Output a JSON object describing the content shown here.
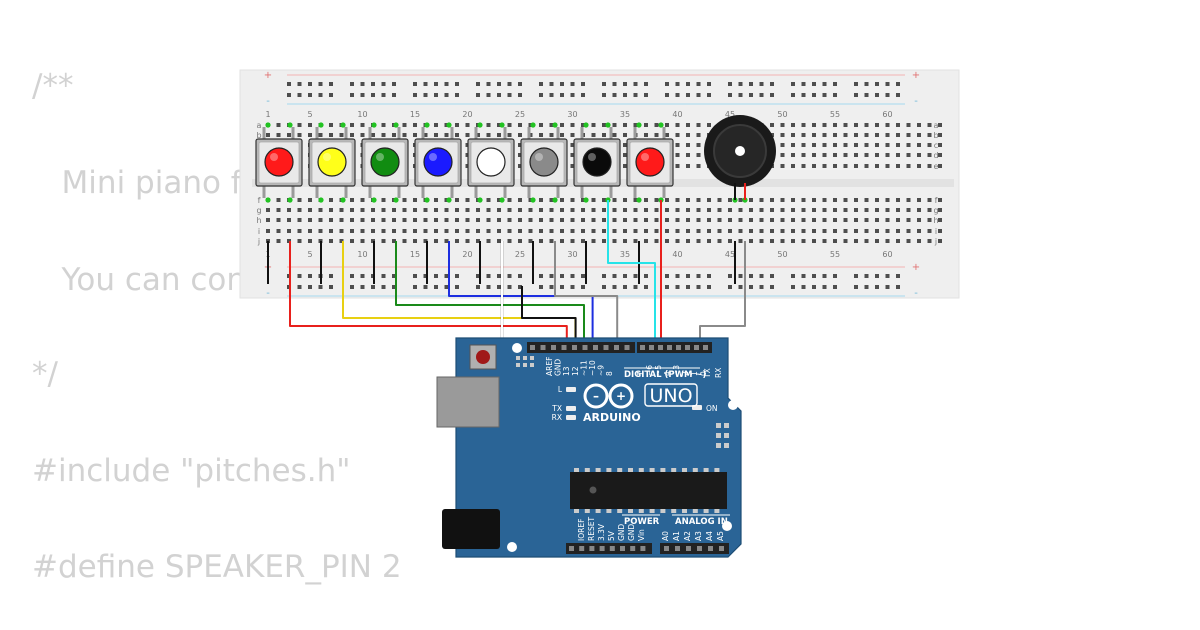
{
  "code_lines": [
    "/**",
    "   Mini piano fo",
    "   You can con",
    "*/",
    "#include \"pitches.h\"",
    "#define SPEAKER_PIN 2"
  ],
  "breadboard": {
    "column_numbers": [
      "1",
      "5",
      "10",
      "15",
      "20",
      "25",
      "30",
      "35",
      "40",
      "45",
      "50",
      "55",
      "60"
    ],
    "row_letters_top": [
      "a",
      "b",
      "c",
      "d",
      "e"
    ],
    "row_letters_bottom": [
      "f",
      "g",
      "h",
      "i",
      "j"
    ],
    "rail_plus": "+",
    "rail_minus": "-"
  },
  "buttons": [
    {
      "color": "#ff1a1a",
      "wire": "#e8201c"
    },
    {
      "color": "#ffff1a",
      "wire": "#e8d012"
    },
    {
      "color": "#118c11",
      "wire": "#1a8a1a"
    },
    {
      "color": "#1a1aff",
      "wire": "#1d2ee0"
    },
    {
      "color": "#ffffff",
      "wire": "#ffffff"
    },
    {
      "color": "#8a8a8a",
      "wire": "#8a8a8a"
    },
    {
      "color": "#0a0a0a",
      "wire": "#111111"
    },
    {
      "color": "#ff1a1a",
      "wire": "#e8201c"
    }
  ],
  "colors": {
    "gnd_wire": "#111111",
    "speaker_wire": "#26e3e8",
    "buzzer_wire": "#8a8a8a",
    "board": "#2a6496"
  },
  "arduino": {
    "brand": "ARDUINO",
    "model": "UNO",
    "on_label": "ON",
    "digital_label": "DIGITAL (PWM ~)",
    "power_label": "POWER",
    "analog_label": "ANALOG IN",
    "led_labels": [
      "L",
      "TX",
      "RX"
    ],
    "tx_pin": "TX",
    "rx_pin": "RX",
    "digital_pins": [
      "AREF",
      "GND",
      "13",
      "12",
      "~11",
      "~10",
      "~9",
      "8",
      "7",
      "~6",
      "~5",
      "4",
      "~3",
      "2",
      "1",
      "0"
    ],
    "power_pins": [
      "IOREF",
      "RESET",
      "3.3V",
      "5V",
      "GND",
      "GND",
      "Vin"
    ],
    "analog_pins": [
      "A0",
      "A1",
      "A2",
      "A3",
      "A4",
      "A5"
    ]
  }
}
